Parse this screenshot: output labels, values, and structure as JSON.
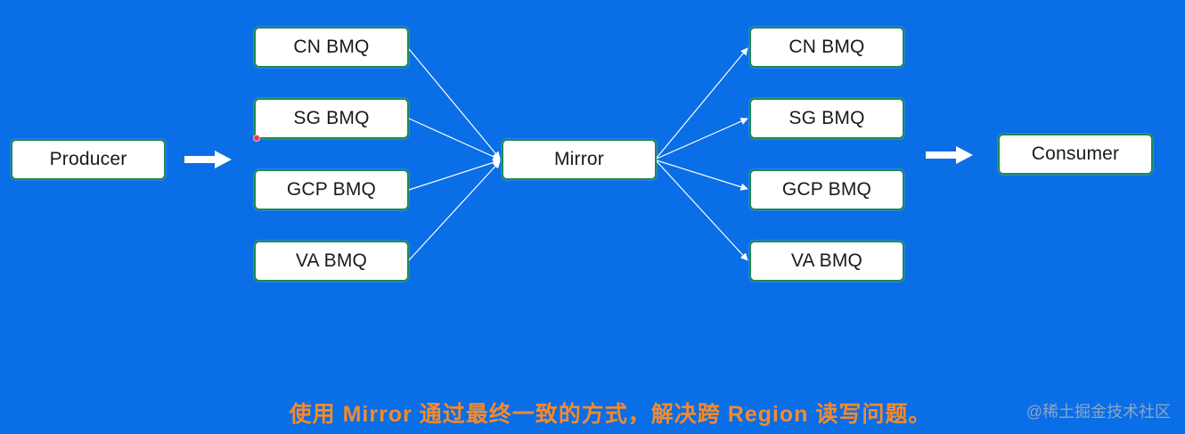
{
  "colors": {
    "background": "#0a6ee6",
    "box_fill": "#ffffff",
    "box_border": "#1d8a4f",
    "connector": "#ffffff",
    "caption": "#f28a2e"
  },
  "nodes": {
    "producer": "Producer",
    "mirror": "Mirror",
    "consumer": "Consumer",
    "source_bmqs": [
      "CN BMQ",
      "SG BMQ",
      "GCP BMQ",
      "VA BMQ"
    ],
    "target_bmqs": [
      "CN BMQ",
      "SG BMQ",
      "GCP BMQ",
      "VA BMQ"
    ]
  },
  "caption": "使用 Mirror 通过最终一致的方式，解决跨 Region 读写问题。",
  "watermark": "@稀土掘金技术社区"
}
